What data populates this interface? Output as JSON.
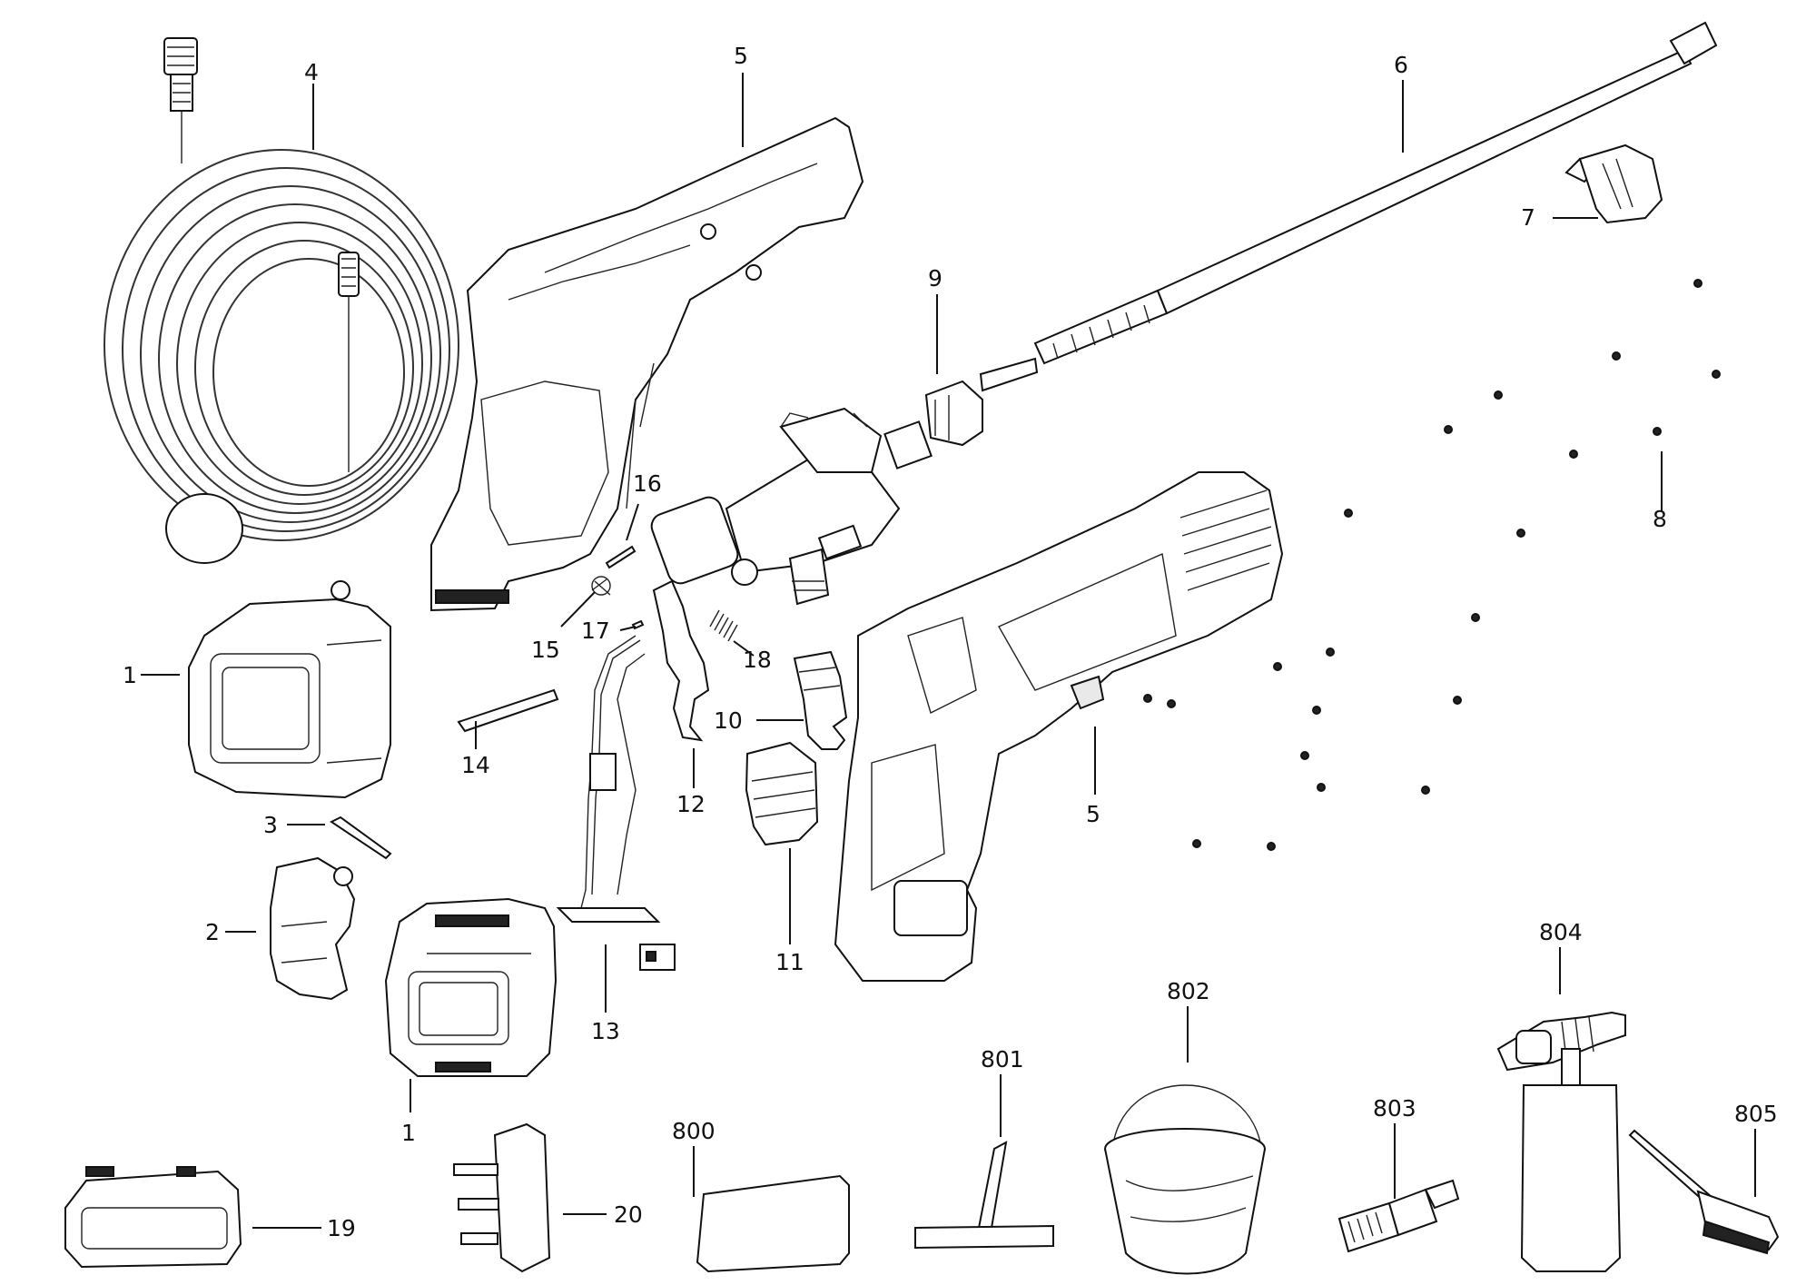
{
  "diagram": {
    "type": "exploded-parts-view",
    "parts": [
      {
        "id": "1a",
        "number": "1",
        "icon": "battery-pack-icon"
      },
      {
        "id": "1b",
        "number": "1",
        "icon": "battery-pack-icon"
      },
      {
        "id": "2",
        "number": "2",
        "icon": "battery-cover-icon"
      },
      {
        "id": "3",
        "number": "3",
        "icon": "clip-icon"
      },
      {
        "id": "4",
        "number": "4",
        "icon": "coiled-hose-icon"
      },
      {
        "id": "5a",
        "number": "5",
        "icon": "housing-half-icon"
      },
      {
        "id": "5b",
        "number": "5",
        "icon": "housing-half-icon"
      },
      {
        "id": "6",
        "number": "6",
        "icon": "lance-icon"
      },
      {
        "id": "7",
        "number": "7",
        "icon": "nozzle-icon"
      },
      {
        "id": "8",
        "number": "8",
        "icon": "screw-icon"
      },
      {
        "id": "9",
        "number": "9",
        "icon": "coupling-icon"
      },
      {
        "id": "10",
        "number": "10",
        "icon": "connector-icon"
      },
      {
        "id": "11",
        "number": "11",
        "icon": "hose-adapter-icon"
      },
      {
        "id": "12",
        "number": "12",
        "icon": "trigger-icon"
      },
      {
        "id": "13",
        "number": "13",
        "icon": "wiring-switch-icon"
      },
      {
        "id": "14",
        "number": "14",
        "icon": "rod-icon"
      },
      {
        "id": "15",
        "number": "15",
        "icon": "spring-icon"
      },
      {
        "id": "16",
        "number": "16",
        "icon": "pin-icon"
      },
      {
        "id": "17",
        "number": "17",
        "icon": "small-pin-icon"
      },
      {
        "id": "18",
        "number": "18",
        "icon": "coil-spring-icon"
      },
      {
        "id": "19",
        "number": "19",
        "icon": "battery-icon"
      },
      {
        "id": "20",
        "number": "20",
        "icon": "charger-plug-icon"
      },
      {
        "id": "800",
        "number": "800",
        "icon": "sponge-icon"
      },
      {
        "id": "801",
        "number": "801",
        "icon": "squeegee-icon"
      },
      {
        "id": "802",
        "number": "802",
        "icon": "bucket-icon"
      },
      {
        "id": "803",
        "number": "803",
        "icon": "turbo-nozzle-icon"
      },
      {
        "id": "804",
        "number": "804",
        "icon": "foam-bottle-icon"
      },
      {
        "id": "805",
        "number": "805",
        "icon": "brush-icon"
      }
    ]
  }
}
